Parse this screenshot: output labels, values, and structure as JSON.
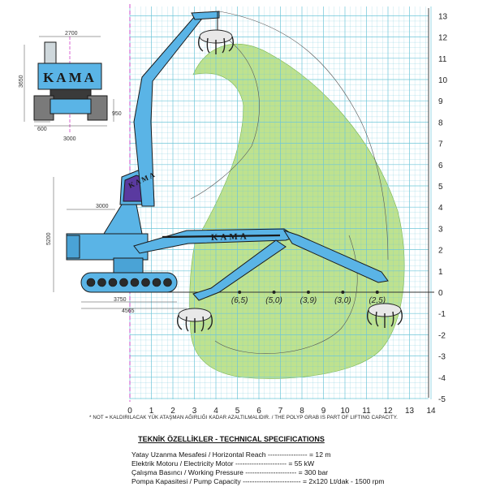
{
  "axes": {
    "x_ticks": [
      "0",
      "1",
      "2",
      "3",
      "4",
      "5",
      "6",
      "7",
      "8",
      "9",
      "10",
      "11",
      "12",
      "13",
      "14"
    ],
    "y_ticks": [
      "13",
      "12",
      "11",
      "10",
      "9",
      "8",
      "7",
      "6",
      "5",
      "4",
      "3",
      "2",
      "1",
      "0",
      "-1",
      "-2",
      "-3",
      "-4",
      "-5"
    ]
  },
  "capacities": [
    "(6,5)",
    "(5,0)",
    "(3,9)",
    "(3,0)",
    "(2,5)"
  ],
  "brand": "KAMA",
  "dimensions": {
    "top_width": "2700",
    "height_3650": "3650",
    "track_950": "950",
    "track_600": "600",
    "base_3000": "3000",
    "side_3000": "3000",
    "side_5200": "5200",
    "side_3750": "3750",
    "side_4565": "4565"
  },
  "note": "* NOT = KALDIRILACAK YÜK ATAŞMAN AĞIRLIĞI KADAR AZALTILMALIDIR. / THE POLYP GRAB IS PART OF LIFTING CAPACITY.",
  "specs": {
    "title": "TEKNİK ÖZELLİKLER - TECHNICAL SPECIFICATIONS",
    "items": [
      "Yatay Uzanma Mesafesi / Horizontal Reach ----------------- = 12 m",
      "Elektrik Motoru / Electricity Motor ---------------------- = 55 kW",
      "Çalışma Basıncı / Working Pressure ---------------------- = 300 bar",
      "Pompa Kapasitesi / Pump Capacity ------------------------- = 2x120 Lt/dak - 1500 rpm"
    ]
  },
  "colors": {
    "grid": "#6ec6d9",
    "zone": "#a8d86a",
    "machine": "#5ab4e6",
    "axis_magenta": "#d040c8"
  }
}
